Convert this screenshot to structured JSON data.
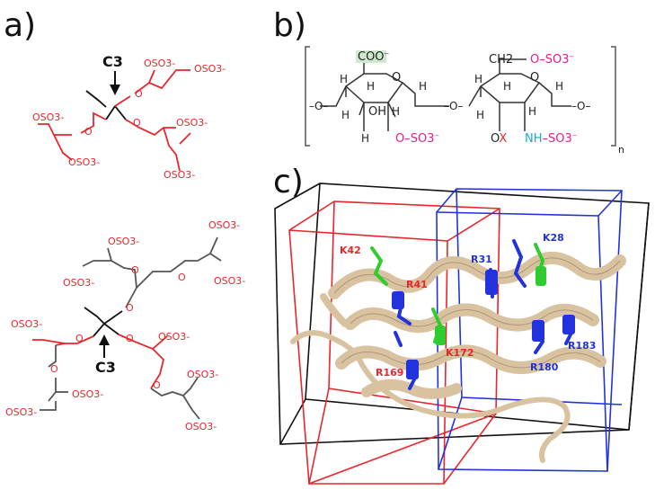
{
  "panels": {
    "a": {
      "label": "a)"
    },
    "b": {
      "label": "b)"
    },
    "c": {
      "label": "c)"
    }
  },
  "panel_a": {
    "top": {
      "c3_label": "C3",
      "sulfates": [
        "OSO3-",
        "OSO3-",
        "OSO3-",
        "OSO3-",
        "OSO3-",
        "OSO3-"
      ],
      "oxygens": [
        "O",
        "O",
        "O"
      ]
    },
    "bottom": {
      "c3_label": "C3",
      "sulfates": [
        "OSO3-",
        "OSO3-",
        "OSO3-",
        "OSO3-",
        "OSO3-",
        "OSO3-",
        "OSO3-",
        "OSO3-",
        "OSO3-",
        "OSO3-"
      ],
      "oxygens": [
        "O",
        "O",
        "O",
        "O",
        "O",
        "O",
        "O"
      ]
    }
  },
  "panel_b": {
    "carboxylate": "COO",
    "ch2": "CH2",
    "o_so3_top": "O–SO3",
    "o_so3_bottom": "O–SO3",
    "oh": "OH",
    "ox": "OX",
    "nh_so3": "NH–SO3",
    "subscript_n": "n",
    "ring_o": "O",
    "h": "H"
  },
  "panel_c": {
    "residues_red": [
      "K42",
      "R41",
      "K172",
      "R169"
    ],
    "residues_blue": [
      "R31",
      "K28",
      "R183",
      "R180"
    ]
  },
  "colors": {
    "red": "#e8262b",
    "blue": "#1f2fd6",
    "green": "#2ecc2e",
    "magenta": "#e0208c",
    "cyan": "#1aa7d8",
    "ribbon": "#d8c2a0",
    "box_red": "#e8262b",
    "box_blue": "#2233dd",
    "box_black": "#111111"
  }
}
